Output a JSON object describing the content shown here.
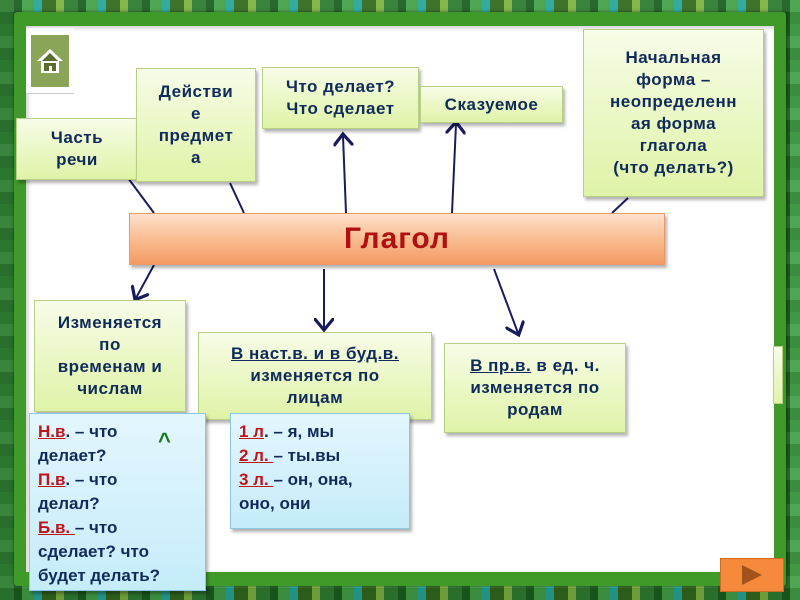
{
  "slide": {
    "title": "Глагол",
    "nav": {
      "home_icon": "home-icon",
      "next_icon": "play-triangle-icon"
    },
    "top_boxes": [
      {
        "id": "part-of-speech",
        "lines": [
          "Часть",
          "речи"
        ]
      },
      {
        "id": "action",
        "lines": [
          "Действи",
          "е",
          "предмет",
          "а"
        ]
      },
      {
        "id": "questions",
        "lines": [
          "Что делает?",
          "Что сделает"
        ]
      },
      {
        "id": "predicate",
        "lines": [
          "Сказуемое"
        ]
      },
      {
        "id": "initial-form",
        "lines": [
          "Начальная",
          "форма –",
          "неопределенн",
          "ая форма",
          "глагола",
          "(что делать?)"
        ]
      }
    ],
    "bottom_boxes": [
      {
        "id": "tenses-numbers",
        "lines": [
          "Изменяется",
          "по",
          "временам и",
          "числам"
        ]
      },
      {
        "id": "persons",
        "underlined": "В наст.в. и в буд.в.",
        "lines": [
          "изменяется по",
          "лицам"
        ]
      },
      {
        "id": "genders",
        "underlined": "В пр.в.",
        "rest_first": " в ед. ч.",
        "lines": [
          "изменяется по",
          "родам"
        ]
      }
    ],
    "tense_box": {
      "items": [
        {
          "label": "Н.в",
          "suffix": ". – что",
          "cont": "делает?"
        },
        {
          "label": "П.в",
          "suffix": ". – что",
          "cont": "делал?"
        },
        {
          "label": "Б.в. ",
          "suffix": "– что",
          "cont": "сделает? что будет делать?"
        }
      ],
      "caret": "^"
    },
    "person_box": {
      "items": [
        {
          "label": "1 л",
          "text": ". – я, мы"
        },
        {
          "label": "2 л. ",
          "text": "– ты.вы"
        },
        {
          "label": "3 л. ",
          "text": "– он, она,"
        },
        {
          "label": "",
          "text": "оно, они"
        }
      ]
    },
    "colors": {
      "frame_green": "#3f9a2a",
      "box_green": "#e8f7c0",
      "box_blue": "#c5ecfa",
      "title_bar": "#f9b98b",
      "title_text": "#b01010",
      "text_navy": "#102a5a",
      "accent_red": "#c0141b",
      "next_orange": "#f58a3c"
    }
  }
}
